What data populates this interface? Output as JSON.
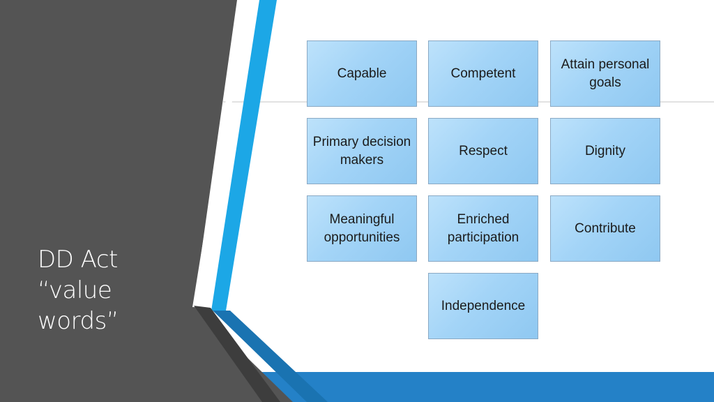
{
  "title": {
    "line1": "DD Act",
    "line2": "“value",
    "line3": "words”"
  },
  "words": [
    "Capable",
    "Competent",
    "Attain personal goals",
    "Primary decision makers",
    "Respect",
    "Dignity",
    "Meaningful opportunities",
    "Enriched participation",
    "Contribute",
    "Independence"
  ],
  "colors": {
    "dark_panel": "#545454",
    "accent_blue": "#1ca7e6",
    "box_fill": "#a3d4f7",
    "box_border": "#8aa9c4"
  }
}
